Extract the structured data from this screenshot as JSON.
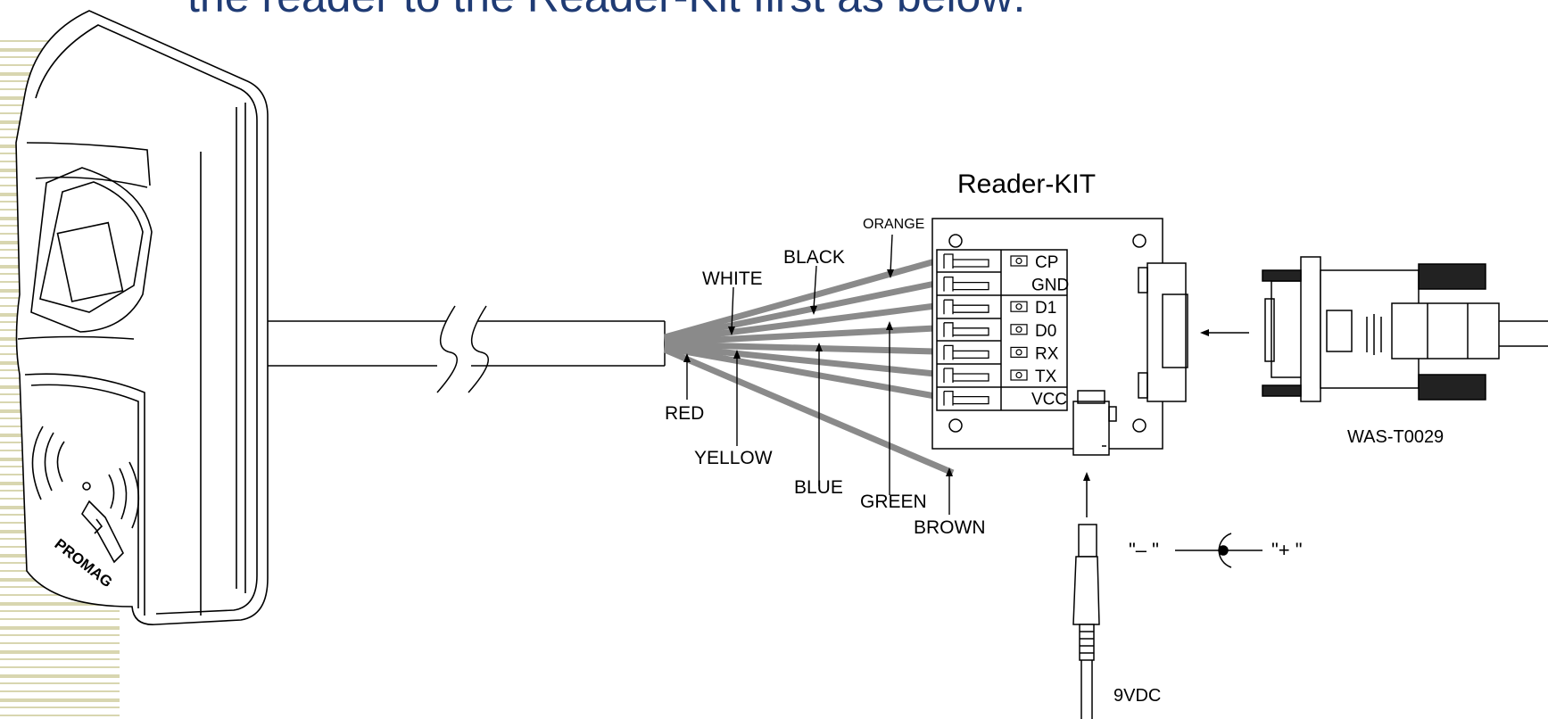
{
  "slide": {
    "title": "the reader to the Reader-Kit first as below:"
  },
  "reader": {
    "brand": "PROMAG"
  },
  "kit": {
    "title": "Reader-KIT",
    "terminals": [
      "CP",
      "GND",
      "D1",
      "D0",
      "RX",
      "TX",
      "VCC"
    ]
  },
  "wires": [
    "ORANGE",
    "BLACK",
    "WHITE",
    "RED",
    "YELLOW",
    "BLUE",
    "GREEN",
    "BROWN"
  ],
  "cable": {
    "model": "WAS-T0029"
  },
  "power": {
    "label": "9VDC",
    "minus_label": "\"– \"",
    "plus_label": "\"+ \""
  },
  "colors": {
    "title": "#1f3b74",
    "wire": "#8a8a8a",
    "stripe": "#d8d6b0"
  }
}
